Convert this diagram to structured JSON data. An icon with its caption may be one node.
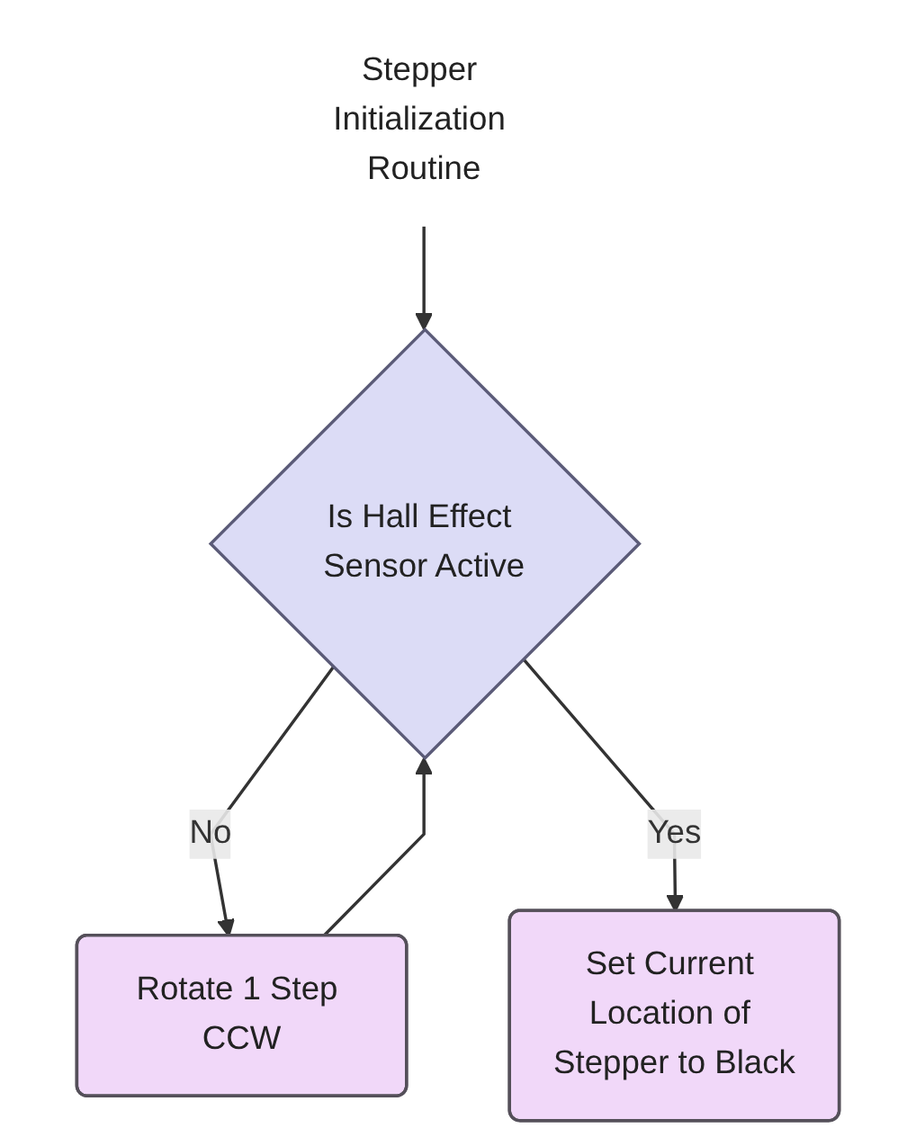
{
  "diagram": {
    "nodes": [
      {
        "text": [
          "Stepper Initialization Routine"
        ]
      },
      {
        "text": [
          "Is Hall Effect Sensor Active"
        ]
      },
      {
        "text": [
          "Rotate 1 Step CCW"
        ]
      },
      {
        "text": [
          "Set Current Location of Stepper to Black"
        ]
      }
    ],
    "edges": [
      {
        "from": 0,
        "to": 1,
        "arrow": "to"
      },
      {
        "from": 1,
        "to": 2,
        "label": "No",
        "arrow": "to"
      },
      {
        "from": 1,
        "to": 3,
        "label": "Yes",
        "arrow": "to"
      },
      {
        "from": 2,
        "to": 1,
        "arrow": "to"
      }
    ]
  }
}
